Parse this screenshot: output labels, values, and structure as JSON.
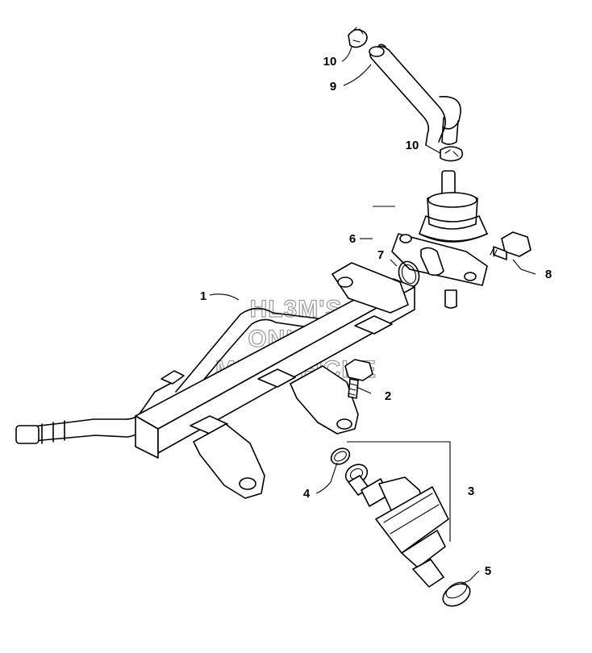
{
  "watermark": {
    "line1": "HL3M'S",
    "line2": "ONLINE",
    "line3": "MICROFICHE"
  },
  "callouts": {
    "c1": "1",
    "c2": "2",
    "c3": "3",
    "c4": "4",
    "c5": "5",
    "c6": "6",
    "c7": "7",
    "c8": "8",
    "c9": "9",
    "c10a": "10",
    "c10b": "10"
  }
}
